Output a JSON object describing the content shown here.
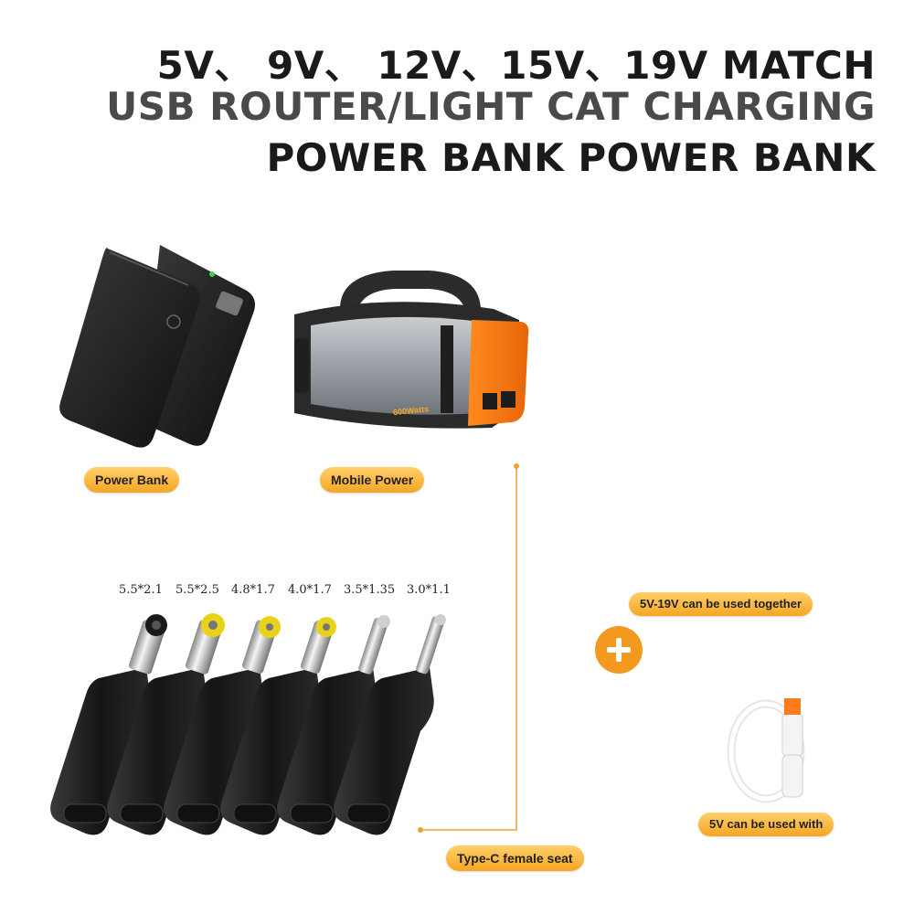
{
  "headline": {
    "line1": "5V、 9V、 12V、15V、19V MATCH",
    "line2": "USB ROUTER/LIGHT CAT CHARGING",
    "line3": "POWER BANK POWER BANK"
  },
  "products": {
    "power_bank_label": "Power Bank",
    "mobile_power_label": "Mobile Power",
    "mobile_power_rating": "600Watts"
  },
  "specs": [
    "5.5*2.1",
    "5.5*2.5",
    "4.8*1.7",
    "4.0*1.7",
    "3.5*1.35",
    "3.0*1.1"
  ],
  "labels": {
    "together": "5V-19V can be used together",
    "with": "5V can be used with",
    "typec": "Type-C female seat",
    "plus": "+"
  },
  "colors": {
    "accent": "#f5a623",
    "plus_circle": "#f39a1e",
    "line": "#f0a030",
    "title_dark": "#1a1a1a",
    "title_gray": "#4a4a4a"
  },
  "icons": [
    "power-bank-icon",
    "portable-power-station-icon",
    "dc-adapter-icon",
    "plus-icon",
    "usb-cable-icon"
  ]
}
